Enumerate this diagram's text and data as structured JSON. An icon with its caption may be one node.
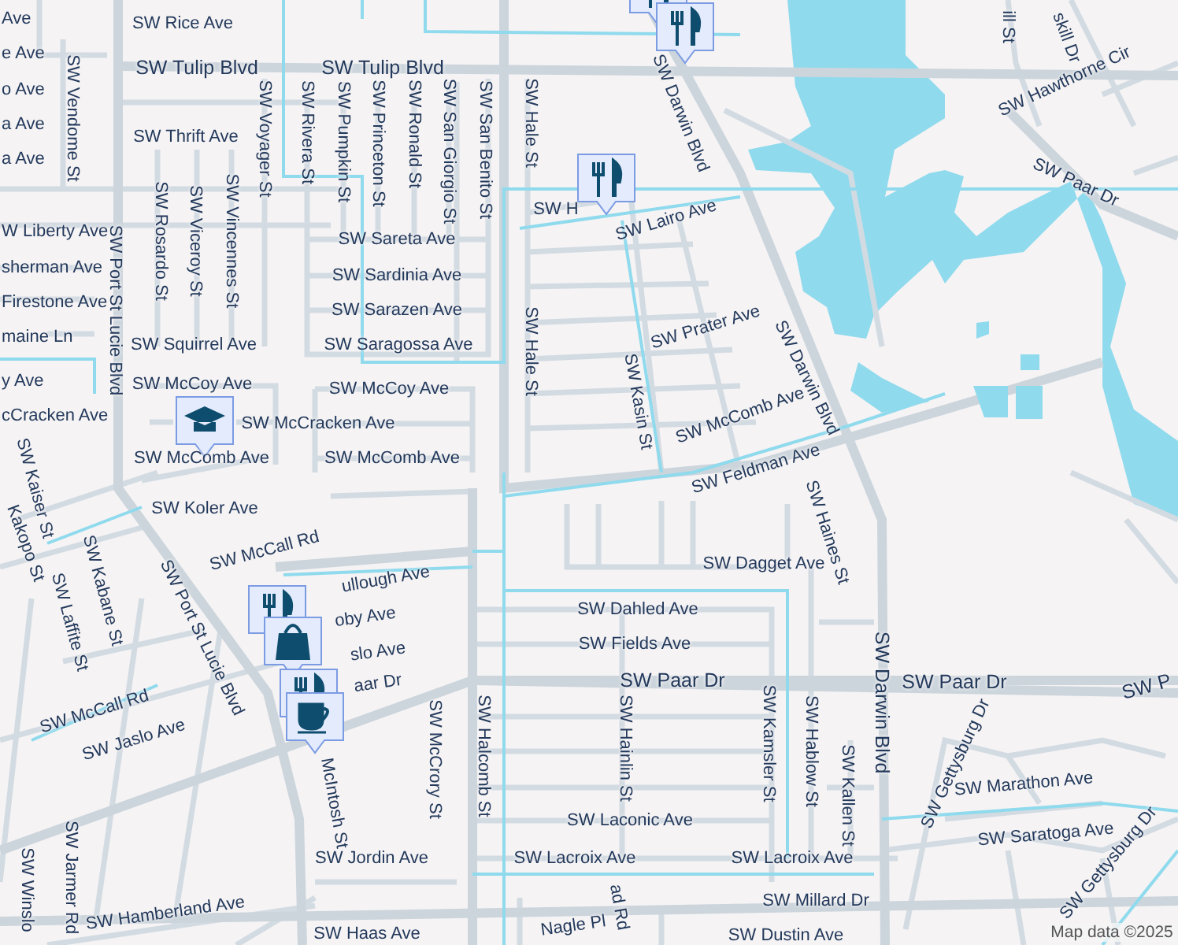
{
  "diagram": {
    "labels": [
      "Ave",
      "SW Rice Ave",
      "e Ave",
      "SW Tulip Blvd",
      "SW Tulip Blvd",
      "o Ave",
      "a Ave",
      "SW Thrift Ave",
      "SW Hawthorne Cir",
      "a Ave",
      "SW H",
      "SW Lairo Ave",
      "SW Paar Dr",
      "W Liberty Ave",
      "SW Sareta Ave",
      "sherman Ave",
      "SW Sardinia Ave",
      "Firestone Ave",
      "SW Sarazen Ave",
      "maine Ln",
      "SW Squirrel Ave",
      "SW Saragossa Ave",
      "SW Prater Ave",
      "y Ave",
      "SW McCoy Ave",
      "SW McCoy Ave",
      "cCracken Ave",
      "SW McCracken Ave",
      "SW McComb Ave",
      "SW McComb Ave",
      "SW McComb Ave",
      "SW Feldman Ave",
      "SW Koler Ave",
      "SW McCall Rd",
      "ullough Ave",
      "SW Dagget Ave",
      "oby Ave",
      "SW Dahled Ave",
      "slo Ave",
      "SW Fields Ave",
      "SW McCall Rd",
      "aar Dr",
      "SW Paar Dr",
      "SW Paar Dr",
      "SW P",
      "SW Jaslo Ave",
      "SW Marathon Ave",
      "SW Laconic Ave",
      "SW Jordin Ave",
      "SW Lacroix Ave",
      "SW Lacroix Ave",
      "SW Saratoga Ave",
      "SW Hamberland Ave",
      "SW Millard Dr",
      "SW Haas Ave",
      "Nagle Pl",
      "SW Dustin Ave",
      "Map data ©2025",
      "Kakopo St",
      "SW Kaiser St",
      "SW Winslo",
      "SW Laffite St",
      "SW Jarmer Rd",
      "SW Vendome St",
      "SW Kabane St",
      "SW Port St Lucie Blvd",
      "SW Rosardo St",
      "SW Viceroy St",
      "SW Port St Lucie Blvd",
      "SW Vincennes St",
      "SW Voyager St",
      "SW Rivera St",
      "McIntosh St",
      "SW Pumpkin St",
      "SW Princeton St",
      "SW Ronald St",
      "SW McCrory St",
      "SW San Giorgio St",
      "SW Halcomb St",
      "SW San Benito St",
      "SW Hale St",
      "SW Hale St",
      "ad Rd",
      "SW Hainlin St",
      "SW Kasin St",
      "SW Darwin Blvd",
      "SW Kamsler St",
      "SW Darwin Blvd",
      "SW Hablow St",
      "SW Haines St",
      "SW Kallen St",
      "SW Darwin Blvd",
      "SW Gettysburg Dr",
      "ill St",
      "skill Dr",
      "SW Gettysburg Dr"
    ]
  }
}
